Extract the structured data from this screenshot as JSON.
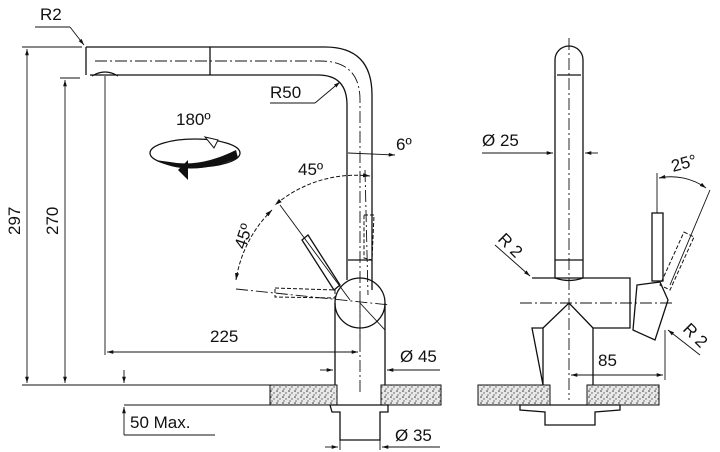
{
  "drawing": {
    "side_view": {
      "radius_tip": "R2",
      "radius_bend": "R50",
      "rotation": "180º",
      "lever_angle_1": "45º",
      "lever_angle_2": "45º",
      "spout_tilt": "6º",
      "total_height": "297",
      "spout_height": "270",
      "reach": "225",
      "base_diameter": "Ø 45",
      "counter_thickness": "50 Max.",
      "hole_diameter": "Ø 35"
    },
    "front_view": {
      "spout_diameter": "Ø 25",
      "lever_angle": "25°",
      "radius_left": "R 2",
      "radius_right": "R 2",
      "lever_offset": "85"
    }
  }
}
